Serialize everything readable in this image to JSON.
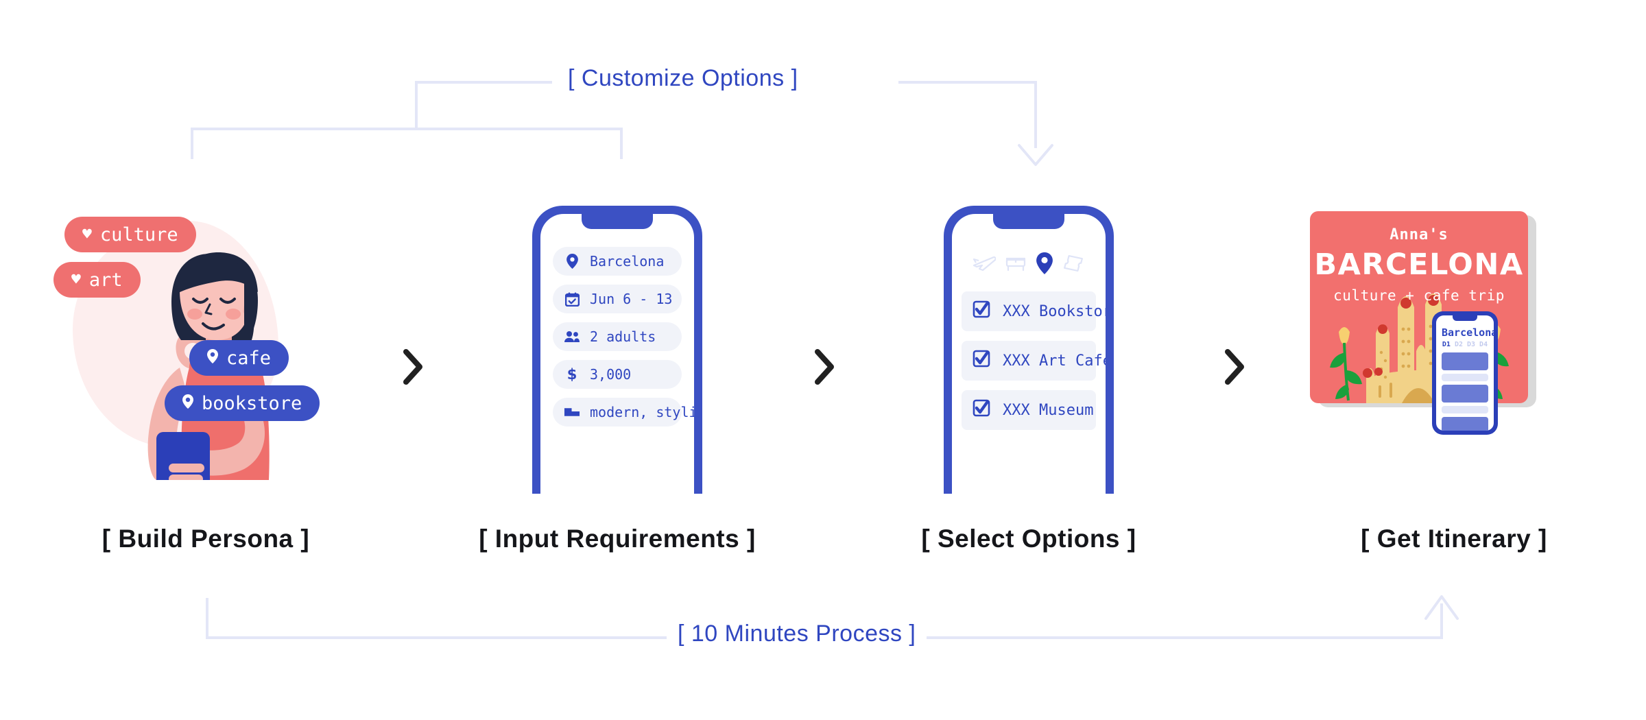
{
  "connectors": {
    "top_label": "[ Customize Options ]",
    "bottom_label": "[ 10 Minutes Process ]",
    "line_color": "#e3e6f7",
    "label_color": "#2f46c0"
  },
  "colors": {
    "brand_blue": "#3c51c4",
    "text_blue": "#2f46c0",
    "coral": "#f2706e",
    "pink_tag": "#ef7070",
    "field_bg": "#f1f3f9",
    "blob_pink": "#fdeeee"
  },
  "steps": [
    {
      "label": "[ Build Persona ]",
      "tags": [
        {
          "icon": "heart-icon",
          "glyph": "♥",
          "text": "culture",
          "style": "pink"
        },
        {
          "icon": "heart-icon",
          "glyph": "♥",
          "text": "art",
          "style": "pink"
        },
        {
          "icon": "map-pin-icon",
          "glyph": "☰",
          "text": "cafe",
          "style": "blue"
        },
        {
          "icon": "map-pin-icon",
          "glyph": "☰",
          "text": "bookstore",
          "style": "blue"
        }
      ]
    },
    {
      "label": "[ Input Requirements ]",
      "fields": [
        {
          "icon": "map-pin-icon",
          "value": "Barcelona"
        },
        {
          "icon": "calendar-check-icon",
          "value": "Jun 6 - 13"
        },
        {
          "icon": "people-icon",
          "value": "2 adults"
        },
        {
          "icon": "dollar-icon",
          "value": "3,000"
        },
        {
          "icon": "bed-icon",
          "value": "modern, stylish"
        }
      ]
    },
    {
      "label": "[ Select Options ]",
      "categories": [
        {
          "icon": "plane-icon",
          "active": false
        },
        {
          "icon": "bed-icon",
          "active": false
        },
        {
          "icon": "map-pin-icon",
          "active": true
        },
        {
          "icon": "tickets-icon",
          "active": false
        }
      ],
      "options": [
        {
          "icon": "checkbox-checked-icon",
          "label": "XXX Bookstore",
          "checked": true
        },
        {
          "icon": "checkbox-checked-icon",
          "label": "XXX Art Cafe",
          "checked": true
        },
        {
          "icon": "checkbox-checked-icon",
          "label": "XXX Museum",
          "checked": true
        }
      ]
    },
    {
      "label": "[ Get Itinerary ]",
      "card": {
        "owner": "Anna's",
        "title": "BARCELONA",
        "subtitle": "culture + cafe trip"
      },
      "mini_phone": {
        "city": "Barcelona",
        "days": [
          {
            "label": "D1",
            "active": true
          },
          {
            "label": "D2",
            "active": false
          },
          {
            "label": "D3",
            "active": false
          },
          {
            "label": "D4",
            "active": false
          }
        ]
      }
    }
  ],
  "chevrons": [
    "chevron-right-icon",
    "chevron-right-icon",
    "chevron-right-icon"
  ]
}
